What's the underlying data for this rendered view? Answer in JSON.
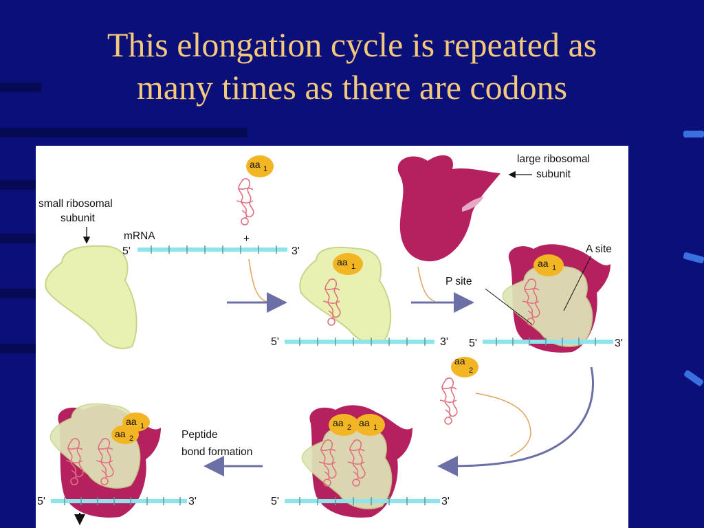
{
  "slide": {
    "title_line1": "This elongation cycle is repeated as",
    "title_line2": "many times as there are codons"
  },
  "diagram": {
    "small_subunit_label_line1": "small ribosomal",
    "small_subunit_label_line2": "subunit",
    "large_subunit_label_line1": "large ribosomal",
    "large_subunit_label_line2": "subunit",
    "mrna_label": "mRNA",
    "five_prime": "5'",
    "three_prime": "3'",
    "a_site": "A site",
    "p_site": "P site",
    "aa": "aa",
    "sub1": "1",
    "sub2": "2",
    "plus": "+",
    "peptide_line1": "Peptide",
    "peptide_line2": "bond formation"
  },
  "colors": {
    "background": "#0b0f7a",
    "title": "#f5c97a",
    "small_subunit": "#e9f1b2",
    "large_subunit": "#b5205f",
    "mrna": "#8fe3ea",
    "amino_acid": "#f2b624",
    "trna": "#e07080"
  }
}
